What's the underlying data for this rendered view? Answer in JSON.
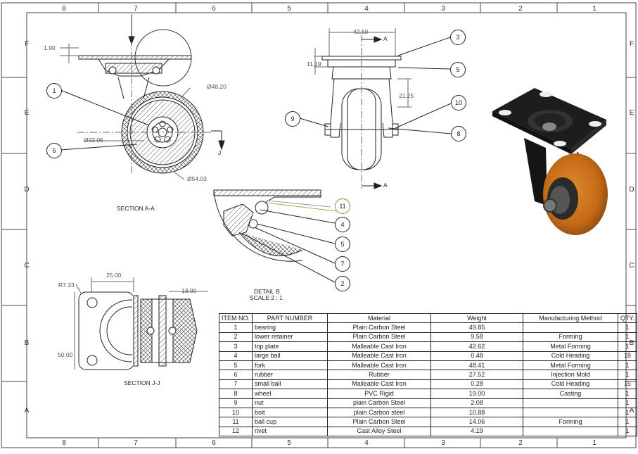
{
  "zones": {
    "columns": [
      "8",
      "7",
      "6",
      "5",
      "4",
      "3",
      "2",
      "1"
    ],
    "rows": [
      "F",
      "E",
      "D",
      "C",
      "B",
      "A"
    ]
  },
  "views": {
    "section_aa": "SECTION A-A",
    "section_jj": "SECTION J-J",
    "detail_title": "DETAIL B",
    "detail_scale_prefix": "SCALE 2 : ",
    "detail_scale_value": "1"
  },
  "cut_labels": {
    "a": "A",
    "j": "J"
  },
  "dimensions": {
    "d_1_90": "1.90",
    "d_48_20": "Ø48.20",
    "d_22_05": "Ø22.05",
    "d_54_03": "Ø54.03",
    "d_42_50": "42.50",
    "d_11_19": "11.19",
    "d_21_25": "21.25",
    "d_r7_33": "R7.33",
    "d_25_00": "25.00",
    "d_13_00": "13.00",
    "d_50_00": "50.00"
  },
  "balloons": [
    "1",
    "6",
    "3",
    "5",
    "10",
    "9",
    "8",
    "11",
    "4",
    "5",
    "7",
    "2"
  ],
  "bom": {
    "headers": [
      "ITEM NO.",
      "PART NUMBER",
      "Material",
      "Weight",
      "Manufacturing Method",
      "QTY."
    ],
    "rows": [
      [
        "1",
        "bearing",
        "Plain Carbon Steel",
        "49.85",
        "",
        "1"
      ],
      [
        "2",
        "lower retainer",
        "Plain Carbon Steel",
        "9.58",
        "Forming",
        "1"
      ],
      [
        "3",
        "top plate",
        "Malleable Cast Iron",
        "42.62",
        "Metal Forming",
        "1"
      ],
      [
        "4",
        "large ball",
        "Malleable Cast Iron",
        "0.48",
        "Cold Heading",
        "18"
      ],
      [
        "5",
        "fork",
        "Malleable Cast Iron",
        "48.41",
        "Metal Forming",
        "1"
      ],
      [
        "6",
        "rubber",
        "Rubber",
        "27.52",
        "Injection Mold",
        "1"
      ],
      [
        "7",
        "small ball",
        "Malleable Cast Iron",
        "0.28",
        "Cold Heading",
        "15"
      ],
      [
        "8",
        "wheel",
        "PVC Rigid",
        "19.00",
        "Casting",
        "1"
      ],
      [
        "9",
        "nut",
        "plain Carbon Steel",
        "2.08",
        "",
        "1"
      ],
      [
        "10",
        "bolt",
        "plain Carbon steel",
        "10.88",
        "",
        "1"
      ],
      [
        "11",
        "ball cup",
        "Plain Carbon Steel",
        "14.06",
        "Forming",
        "1"
      ],
      [
        "12",
        "rivet",
        "Cast Alloy Steel",
        "4.19",
        "",
        "1"
      ]
    ]
  },
  "colors": {
    "line": "#222222",
    "dim": "#666666",
    "wheel": "#c8701c",
    "frame": "#1d1d1d"
  }
}
